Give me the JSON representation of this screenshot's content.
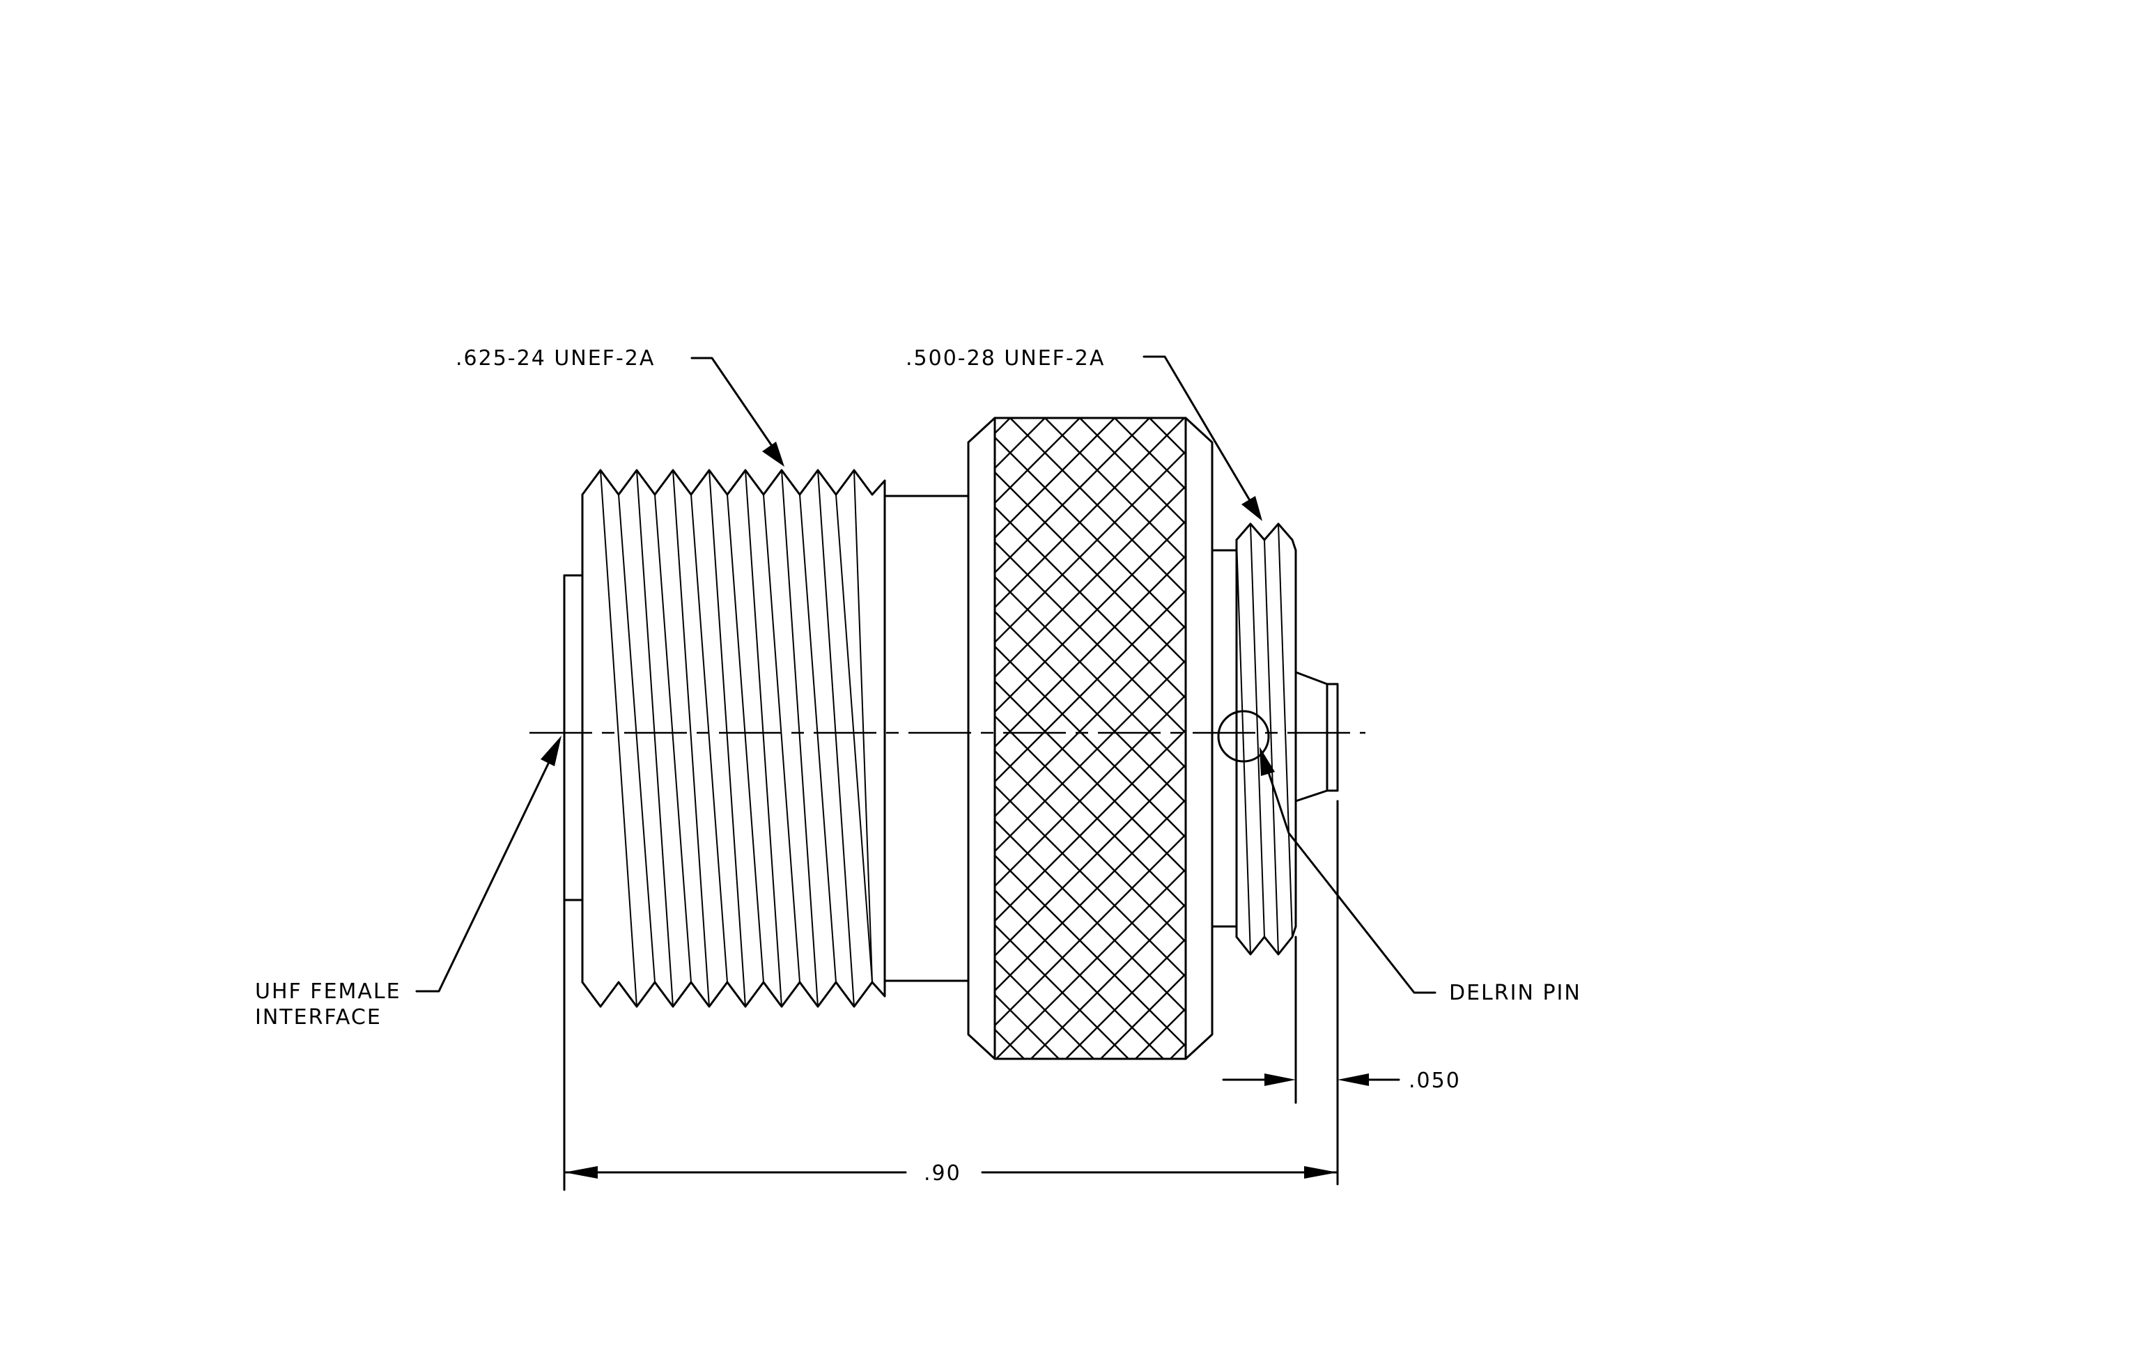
{
  "callouts": {
    "thread_large": ".625-24 UNEF-2A",
    "thread_small": ".500-28 UNEF-2A",
    "uhf_line1": "UHF FEMALE",
    "uhf_line2": "INTERFACE",
    "delrin_pin": "DELRIN PIN"
  },
  "dimensions": {
    "overall_length": ".90",
    "pin_offset": ".050"
  }
}
